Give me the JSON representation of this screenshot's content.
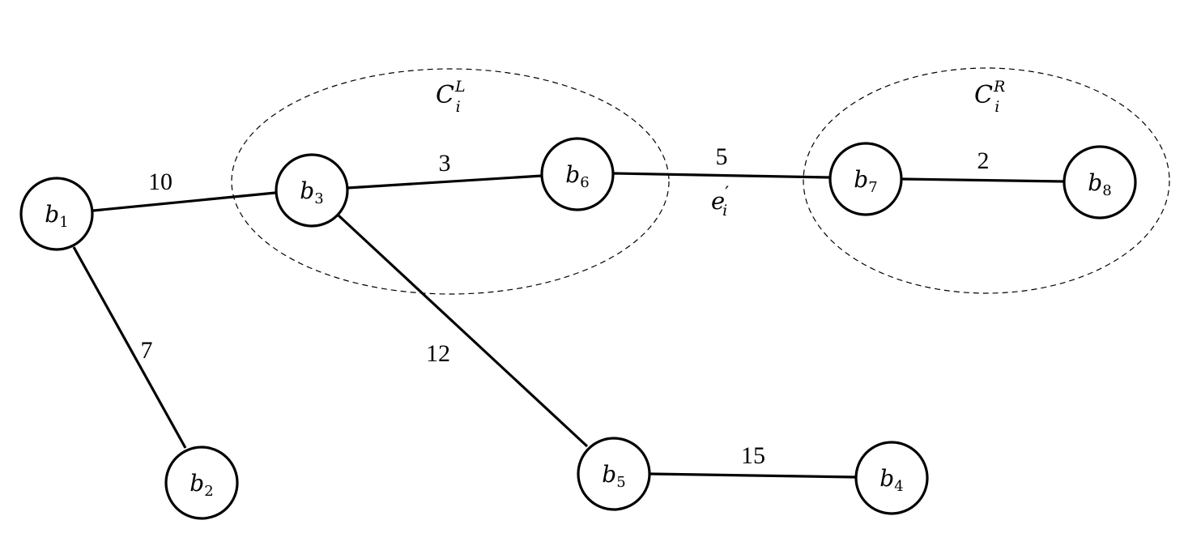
{
  "nodes": [
    {
      "id": "b1",
      "base": "b",
      "sub": "1"
    },
    {
      "id": "b2",
      "base": "b",
      "sub": "2"
    },
    {
      "id": "b3",
      "base": "b",
      "sub": "3"
    },
    {
      "id": "b4",
      "base": "b",
      "sub": "4"
    },
    {
      "id": "b5",
      "base": "b",
      "sub": "5"
    },
    {
      "id": "b6",
      "base": "b",
      "sub": "6"
    },
    {
      "id": "b7",
      "base": "b",
      "sub": "7"
    },
    {
      "id": "b8",
      "base": "b",
      "sub": "8"
    }
  ],
  "edges": [
    {
      "id": "b1-b3",
      "from": "b1",
      "to": "b3",
      "weight": "10"
    },
    {
      "id": "b1-b2",
      "from": "b1",
      "to": "b2",
      "weight": "7"
    },
    {
      "id": "b3-b6",
      "from": "b3",
      "to": "b6",
      "weight": "3"
    },
    {
      "id": "b3-b5",
      "from": "b3",
      "to": "b5",
      "weight": "12"
    },
    {
      "id": "b5-b4",
      "from": "b5",
      "to": "b4",
      "weight": "15"
    },
    {
      "id": "b6-b7",
      "from": "b6",
      "to": "b7",
      "weight": "5",
      "name": {
        "base": "e",
        "sub": "i",
        "prime": "′"
      }
    },
    {
      "id": "b7-b8",
      "from": "b7",
      "to": "b8",
      "weight": "2"
    }
  ],
  "clusters": [
    {
      "id": "left",
      "base": "C",
      "sub": "i",
      "sup": "L",
      "members": [
        "b3",
        "b6"
      ]
    },
    {
      "id": "right",
      "base": "C",
      "sub": "i",
      "sup": "R",
      "members": [
        "b7",
        "b8"
      ]
    }
  ]
}
